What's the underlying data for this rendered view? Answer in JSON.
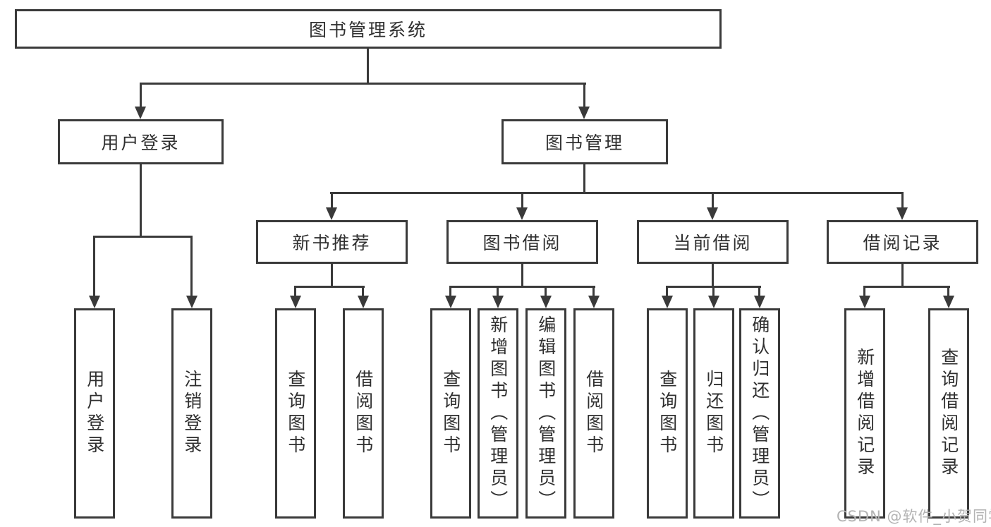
{
  "diagram_title": "图书管理系统",
  "nodes": {
    "root": "图书管理系统",
    "level2": [
      "用户登录",
      "图书管理"
    ],
    "level3": [
      "新书推荐",
      "图书借阅",
      "当前借阅",
      "借阅记录"
    ],
    "leaves": [
      "用户登录",
      "注销登录",
      "查询图书",
      "借阅图书",
      "查询图书",
      "新增图书（管理员）",
      "编辑图书（管理员）",
      "借阅图书",
      "查询图书",
      "归还图书",
      "确认归还（管理员）",
      "新增借阅记录",
      "查询借阅记录"
    ]
  },
  "watermark": "CSDN @软件_小贺同学",
  "colors": {
    "line": "#3a3a3a",
    "text": "#2f2f2f",
    "watermark": "#b3b3b3",
    "background": "#ffffff"
  }
}
